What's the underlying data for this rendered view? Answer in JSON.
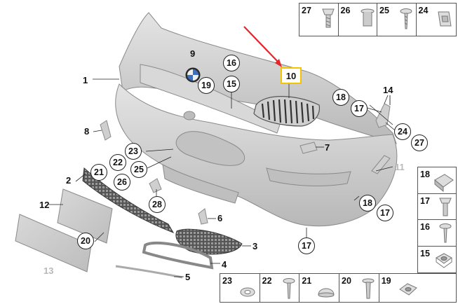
{
  "highlighted_part": "10",
  "plain_labels": {
    "p1": "1",
    "p2": "2",
    "p3": "3",
    "p4": "4",
    "p5": "5",
    "p6": "6",
    "p7": "7",
    "p8": "8",
    "p9": "9",
    "p11": "11",
    "p12": "12",
    "p13": "13",
    "p14": "14"
  },
  "circle_labels": {
    "c16": "16",
    "c15": "15",
    "c19": "19",
    "c18a": "18",
    "c17a": "17",
    "c24": "24",
    "c27": "27",
    "c23": "23",
    "c22": "22",
    "c21": "21",
    "c25": "25",
    "c26": "26",
    "c28": "28",
    "c20": "20",
    "c18b": "18",
    "c17b": "17",
    "c17c": "17"
  },
  "fastener_table_top": [
    "27",
    "26",
    "25",
    "24"
  ],
  "fastener_table_right": [
    "18",
    "17",
    "16",
    "15"
  ],
  "fastener_table_bottom": [
    "23",
    "22",
    "21",
    "20",
    "19"
  ],
  "colors": {
    "highlight_box": "#f5c400",
    "arrow": "#e3262a",
    "part_fill": "#cfcfcf",
    "part_stroke": "#8a8a8a"
  }
}
